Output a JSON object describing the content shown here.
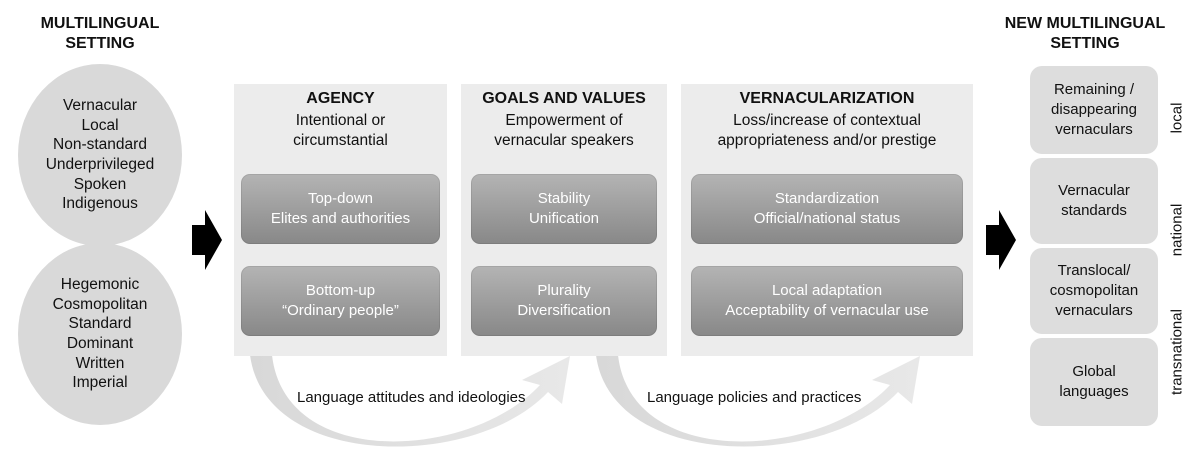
{
  "left_heading": [
    "MULTILINGUAL",
    "SETTING"
  ],
  "right_heading": [
    "NEW MULTILINGUAL",
    "SETTING"
  ],
  "circle_top": [
    "Vernacular",
    "Local",
    "Non-standard",
    "Underprivileged",
    "Spoken",
    "Indigenous"
  ],
  "circle_bottom": [
    "Hegemonic",
    "Cosmopolitan",
    "Standard",
    "Dominant",
    "Written",
    "Imperial"
  ],
  "panels": [
    {
      "title": "AGENCY",
      "subtitle": [
        "Intentional or",
        "circumstantial"
      ],
      "pills": [
        [
          "Top-down",
          "Elites and authorities"
        ],
        [
          "Bottom-up",
          "“Ordinary people”"
        ]
      ]
    },
    {
      "title": "GOALS AND VALUES",
      "subtitle": [
        "Empowerment of",
        "vernacular speakers"
      ],
      "pills": [
        [
          "Stability",
          "Unification"
        ],
        [
          "Plurality",
          "Diversification"
        ]
      ]
    },
    {
      "title": "VERNACULARIZATION",
      "subtitle": [
        "Loss/increase of contextual",
        "appropriateness and/or prestige"
      ],
      "pills": [
        [
          "Standardization",
          "Official/national status"
        ],
        [
          "Local adaptation",
          "Acceptability of vernacular use"
        ]
      ]
    }
  ],
  "curve_labels": [
    "Language attitudes and ideologies",
    "Language policies and practices"
  ],
  "new_setting_boxes": [
    [
      "Remaining /",
      "disappearing",
      "vernaculars"
    ],
    [
      "Vernacular",
      "standards"
    ],
    [
      "Translocal/",
      "cosmopolitan",
      "vernaculars"
    ],
    [
      "Global",
      "languages"
    ]
  ],
  "scale_labels": [
    "local",
    "national",
    "transnational"
  ],
  "colors": {
    "circle": "#d9d9d9",
    "panel": "#ececec",
    "pill_top": "#b4b4b4",
    "pill_bottom": "#888888",
    "box": "#dddddd",
    "arrow": "#000000"
  }
}
